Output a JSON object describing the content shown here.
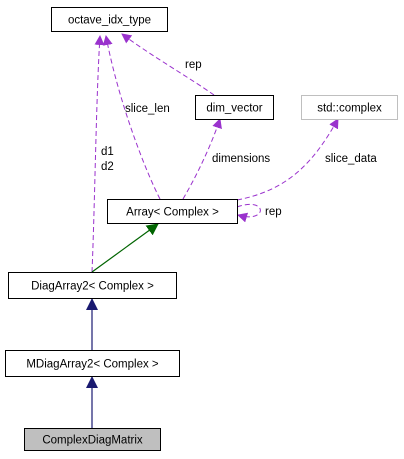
{
  "nodes": {
    "octave_idx_type": "octave_idx_type",
    "dim_vector": "dim_vector",
    "std_complex": "std::complex",
    "array_complex": "Array< Complex >",
    "diagarray2_complex": "DiagArray2< Complex >",
    "mdiagarray2_complex": "MDiagArray2< Complex >",
    "complex_diag_matrix": "ComplexDiagMatrix"
  },
  "edge_labels": {
    "rep_dim_to_octave": "rep",
    "slice_len": "slice_len",
    "d1": "d1",
    "d2": "d2",
    "dimensions": "dimensions",
    "slice_data": "slice_data",
    "rep_self": "rep"
  },
  "colors": {
    "usage_edge": "#9a32cd",
    "inherit_edge_green": "#006400",
    "inherit_edge_navy": "#191970",
    "selected_fill": "#bfbfbf",
    "external_border": "#bfbfbf"
  }
}
